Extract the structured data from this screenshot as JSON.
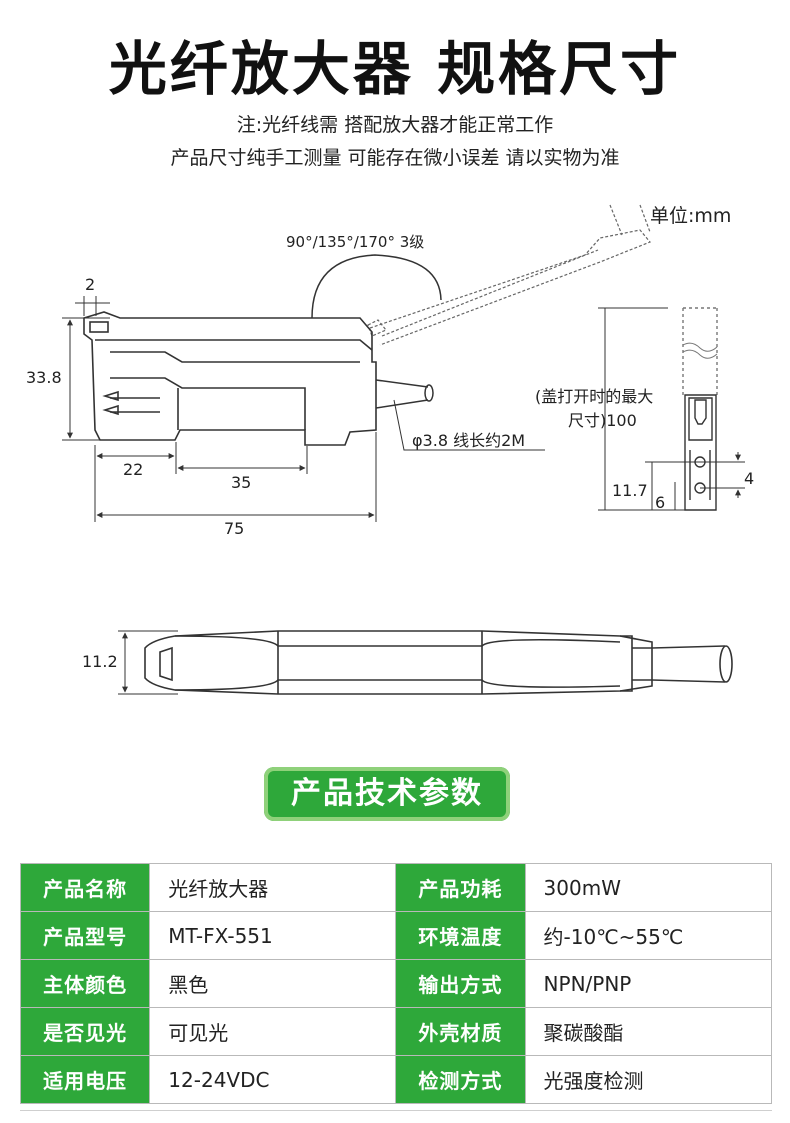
{
  "header": {
    "title": "光纤放大器 规格尺寸",
    "note1": "注:光纤线需 搭配放大器才能正常工作",
    "note2": "产品尺寸纯手工测量 可能存在微小误差 请以实物为准"
  },
  "drawing": {
    "unit": "单位:mm",
    "angle_label": "90°/135°/170° 3级",
    "dim_2": "2",
    "dim_33_8": "33.8",
    "dim_22": "22",
    "dim_35": "35",
    "dim_75": "75",
    "cable_label": "φ3.8 线长约2M",
    "side_label_1": "(盖打开时的最大",
    "side_label_2": "尺寸)100",
    "dim_11_7": "11.7",
    "dim_6": "6",
    "dim_4": "4",
    "dim_11_2": "11.2"
  },
  "section": {
    "title": "产品技术参数"
  },
  "specs": [
    {
      "k1": "产品名称",
      "v1": "光纤放大器",
      "k2": "产品功耗",
      "v2": "300mW"
    },
    {
      "k1": "产品型号",
      "v1": "MT-FX-551",
      "k2": "环境温度",
      "v2": "约-10℃~55℃"
    },
    {
      "k1": "主体颜色",
      "v1": "黑色",
      "k2": "输出方式",
      "v2": "NPN/PNP"
    },
    {
      "k1": "是否见光",
      "v1": "可见光",
      "k2": "外壳材质",
      "v2": "聚碳酸酯"
    },
    {
      "k1": "适用电压",
      "v1": "12-24VDC",
      "k2": "检测方式",
      "v2": "光强度检测"
    }
  ],
  "colors": {
    "accent": "#2ea83a",
    "accent_light": "#8fd17a"
  }
}
